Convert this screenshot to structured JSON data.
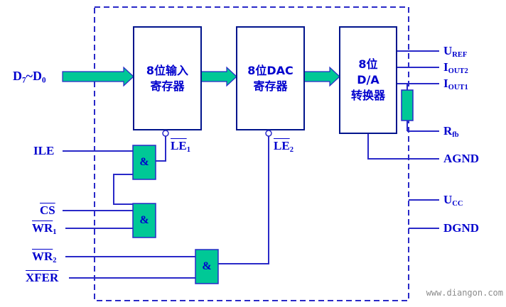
{
  "colors": {
    "line": "#2929c8",
    "text": "#0000cd",
    "green": "#00c896",
    "block_border": "#00148c",
    "watermark": "#8c8c8c",
    "background": "#ffffff"
  },
  "blocks": {
    "input_register": {
      "lines": [
        "8位输入",
        "寄存器"
      ]
    },
    "dac_register": {
      "lines": [
        "8位DAC",
        "寄存器"
      ]
    },
    "da_converter": {
      "lines": [
        "8位",
        "D/A",
        "转换器"
      ]
    }
  },
  "gates": {
    "and1": "&",
    "and2": "&",
    "and3": "&"
  },
  "signals": {
    "data_bus": [
      {
        "t": "D"
      },
      {
        "t": "7",
        "sub": true
      },
      {
        "t": "~"
      },
      {
        "t": "D"
      },
      {
        "t": "0",
        "sub": true
      }
    ],
    "ile": [
      {
        "t": "ILE"
      }
    ],
    "cs": [
      {
        "t": "CS",
        "over": true
      }
    ],
    "wr1": [
      {
        "t": "WR",
        "over": true
      },
      {
        "t": "1",
        "sub": true
      }
    ],
    "wr2": [
      {
        "t": "WR",
        "over": true
      },
      {
        "t": "2",
        "sub": true
      }
    ],
    "xfer": [
      {
        "t": "XFER",
        "over": true
      }
    ],
    "le1": [
      {
        "t": "LE",
        "over": true
      },
      {
        "t": "1",
        "sub": true
      }
    ],
    "le2": [
      {
        "t": "LE",
        "over": true
      },
      {
        "t": "2",
        "sub": true
      }
    ]
  },
  "pins": {
    "uref": [
      {
        "t": "U"
      },
      {
        "t": "REF",
        "sub": true
      }
    ],
    "iout2": [
      {
        "t": "I"
      },
      {
        "t": "OUT2",
        "sub": true
      }
    ],
    "iout1": [
      {
        "t": "I"
      },
      {
        "t": "OUT1",
        "sub": true
      }
    ],
    "rfb": [
      {
        "t": "R"
      },
      {
        "t": "fb",
        "sub": true
      }
    ],
    "agnd": [
      {
        "t": "AGND"
      }
    ],
    "ucc": [
      {
        "t": "U"
      },
      {
        "t": "CC",
        "sub": true
      }
    ],
    "dgnd": [
      {
        "t": "DGND"
      }
    ]
  },
  "watermark": "www.diangon.com"
}
